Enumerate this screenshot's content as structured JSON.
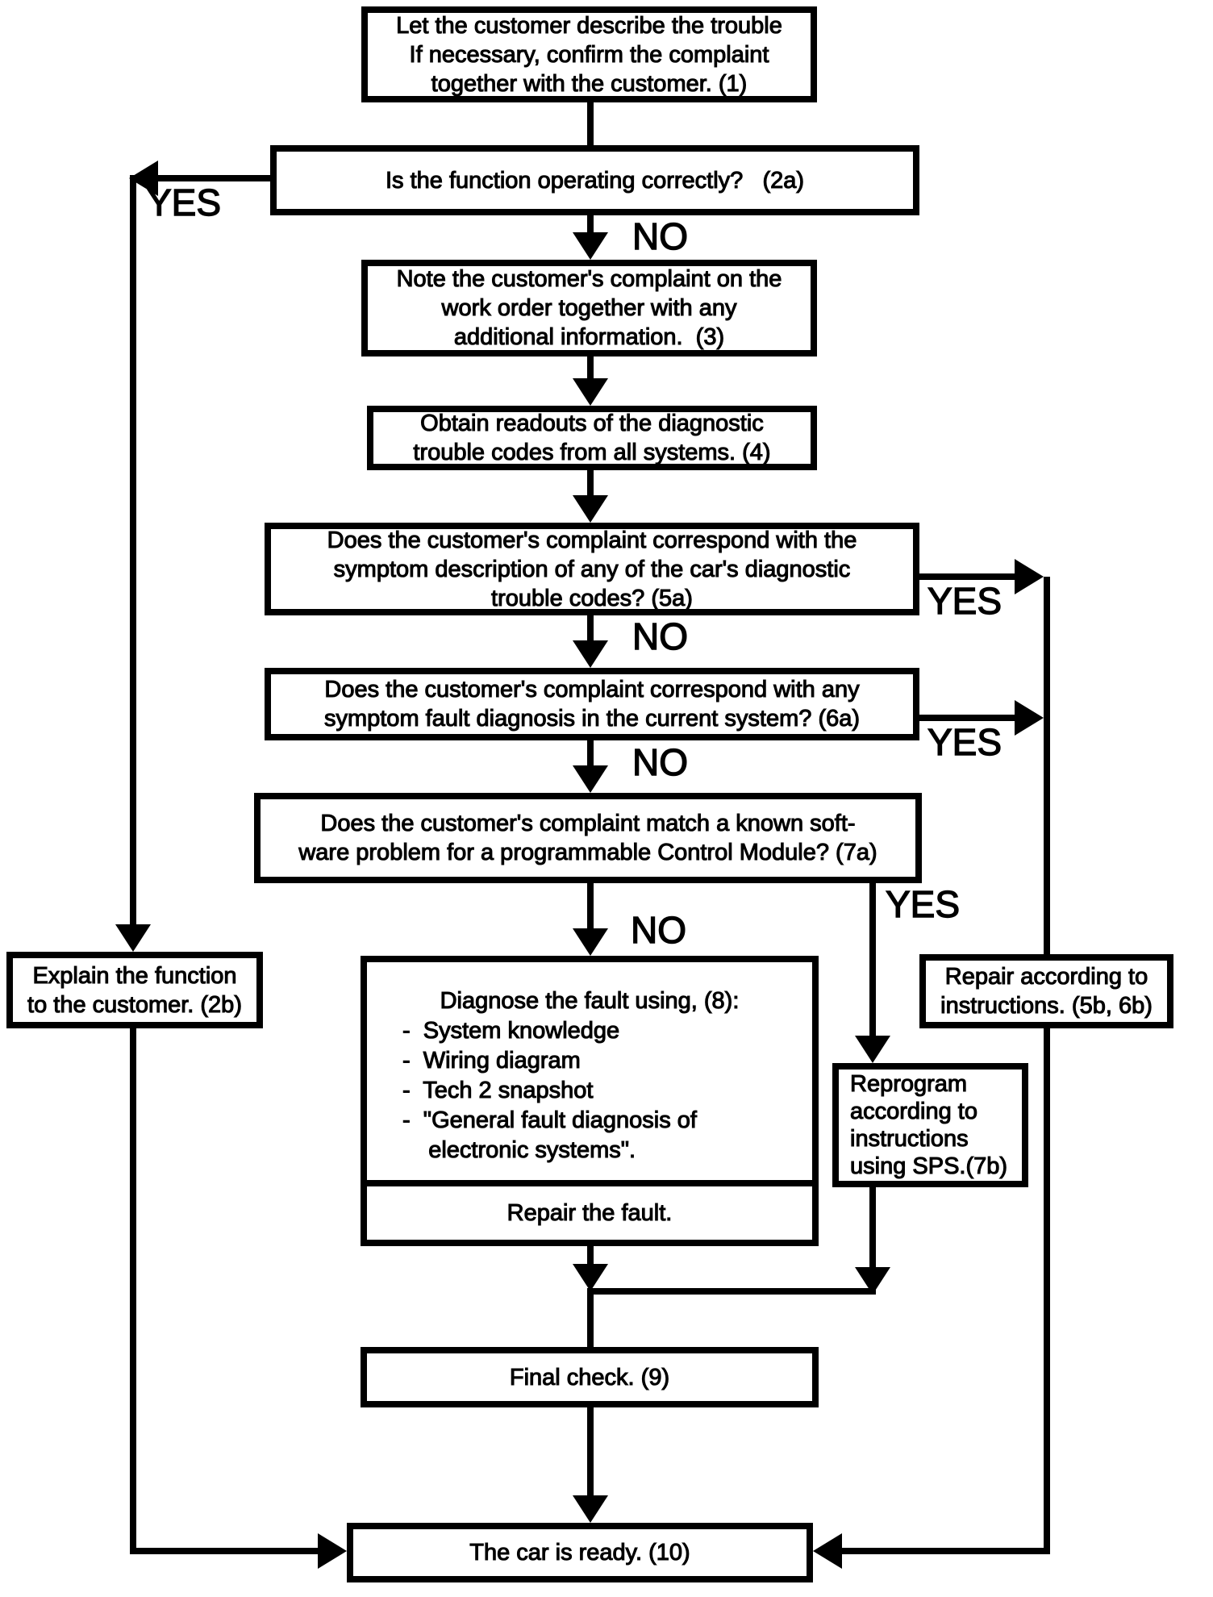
{
  "flowchart": {
    "colors": {
      "ink": "#000000",
      "background": "#ffffff"
    },
    "boxes": {
      "describe_trouble": {
        "text": "Let the customer describe the trouble\nIf necessary, confirm the complaint\ntogether with the customer. (1)"
      },
      "function_operating": {
        "text": "Is the function operating correctly?   (2a)"
      },
      "note_complaint": {
        "text": "Note the customer's complaint on the\nwork order together with any\nadditional information.  (3)"
      },
      "obtain_readouts": {
        "text": "Obtain readouts of the diagnostic\ntrouble codes from all systems. (4)"
      },
      "complaint_dtc": {
        "text": "Does the customer's complaint correspond with the\nsymptom description of any of the car's diagnostic\ntrouble codes? (5a)"
      },
      "complaint_symptom": {
        "text": "Does the customer's complaint correspond with any\nsymptom fault diagnosis in the current system? (6a)"
      },
      "complaint_software": {
        "text": "Does the customer's complaint match a known soft-\nware problem for a programmable Control Module? (7a)"
      },
      "diagnose": {
        "title": "Diagnose the fault using, (8):",
        "bullets": "-  System knowledge\n-  Wiring diagram\n-  Tech 2 snapshot\n-  \"General fault diagnosis of\n    electronic systems\".",
        "repair": "Repair the fault."
      },
      "explain_function": {
        "text": "Explain the function\nto the customer. (2b)"
      },
      "repair_instructions": {
        "text": "Repair according to\ninstructions. (5b, 6b)"
      },
      "reprogram": {
        "text": "Reprogram\naccording to\ninstructions\nusing SPS.(7b)"
      },
      "final_check": {
        "text": "Final check. (9)"
      },
      "car_ready": {
        "text": "The car is ready. (10)"
      }
    },
    "labels": {
      "yes_function": "YES",
      "no_function": "NO",
      "yes_dtc": "YES",
      "no_dtc": "NO",
      "yes_symptom": "YES",
      "no_symptom": "NO",
      "yes_software": "YES",
      "no_software": "NO"
    }
  }
}
